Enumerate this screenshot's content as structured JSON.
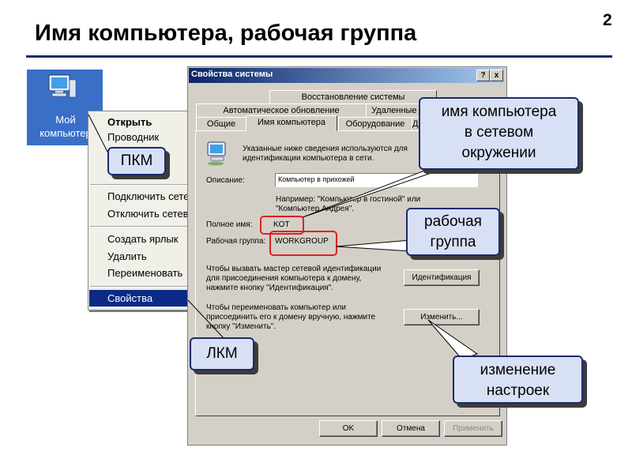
{
  "slide": {
    "number": "2",
    "title": "Имя компьютера, рабочая группа"
  },
  "desktop_icon": {
    "label_line1": "Мой",
    "label_line2": "компьютер"
  },
  "context_menu": {
    "items": [
      "Открыть",
      "Проводник",
      "Подключить сетевой диск...",
      "Отключить сетевой диск...",
      "Создать ярлык",
      "Удалить",
      "Переименовать",
      "Свойства"
    ],
    "selected": "Свойства"
  },
  "dialog": {
    "title": "Свойства системы",
    "help_btn": "?",
    "close_btn": "x",
    "tabs_row1": [
      "Восстановление системы"
    ],
    "tabs_row2": [
      "Автоматическое обновление",
      "Удаленные сеансы"
    ],
    "tabs_row3": [
      "Общие",
      "Имя компьютера",
      "Оборудование",
      "Дополнительно"
    ],
    "active_tab": "Имя компьютера",
    "info_text_line1": "Указанные ниже сведения используются для",
    "info_text_line2": "идентификации компьютера в сети.",
    "description_label": "Описание:",
    "description_value": "Компьютер в прихожей",
    "example_line1": "Например: \"Компьютер в гостиной\" или",
    "example_line2": "\"Компьютер Андрея\".",
    "full_name_label": "Полное имя:",
    "full_name_value": "KOT",
    "workgroup_label": "Рабочая группа:",
    "workgroup_value": "WORKGROUP",
    "wizard_text_line1": "Чтобы вызвать мастер сетевой идентификации",
    "wizard_text_line2": "для присоединения компьютера к домену,",
    "wizard_text_line3": "нажмите кнопку \"Идентификация\".",
    "identify_btn": "Идентификация",
    "rename_text_line1": "Чтобы переименовать компьютер или",
    "rename_text_line2": "присоединить его к домену вручную, нажмите",
    "rename_text_line3": "кнопку \"Изменить\".",
    "change_btn": "Изменить...",
    "ok_btn": "OK",
    "cancel_btn": "Отмена",
    "apply_btn": "Применить"
  },
  "callouts": {
    "rmb": "ПКМ",
    "lmb": "ЛКМ",
    "computer_name_line1": "имя компьютера",
    "computer_name_line2": "в сетевом",
    "computer_name_line3": "окружении",
    "workgroup_line1": "рабочая",
    "workgroup_line2": "группа",
    "settings_line1": "изменение",
    "settings_line2": "настроек"
  },
  "colors": {
    "title_rule": "#1f2a66",
    "desktop_bg": "#3a6fc8",
    "menu_highlight": "#0a2a86",
    "dialog_face": "#d4d0c8",
    "callout_fill": "#d8e0f6",
    "callout_border": "#1d2a6b",
    "highlight_red": "#e02020"
  }
}
